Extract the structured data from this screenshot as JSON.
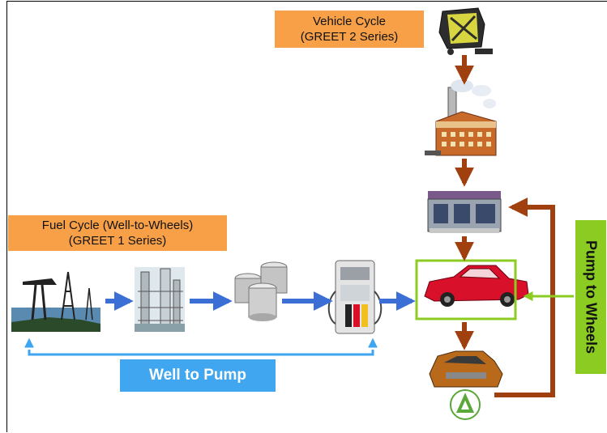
{
  "labels": {
    "vehicle_cycle_line1": "Vehicle Cycle",
    "vehicle_cycle_line2": "(GREET 2 Series)",
    "fuel_cycle_line1": "Fuel Cycle (Well-to-Wheels)",
    "fuel_cycle_line2": "(GREET 1 Series)",
    "well_to_pump": "Well to Pump",
    "pump_to_wheels": "Pump to Wheels"
  },
  "stages": {
    "fuel_chain": [
      "oil-well",
      "refinery",
      "fuel-storage-barrels",
      "fuel-pump",
      "car"
    ],
    "vehicle_chain": [
      "raw-materials-cart",
      "factory",
      "dealership",
      "car",
      "scrapped-car-recycling"
    ]
  },
  "colors": {
    "orange_label": "#f7a048",
    "blue_arrow": "#3b6fd6",
    "light_blue_label": "#3fa6ef",
    "brown_arrow": "#a0400e",
    "green_label": "#8ccc22"
  }
}
